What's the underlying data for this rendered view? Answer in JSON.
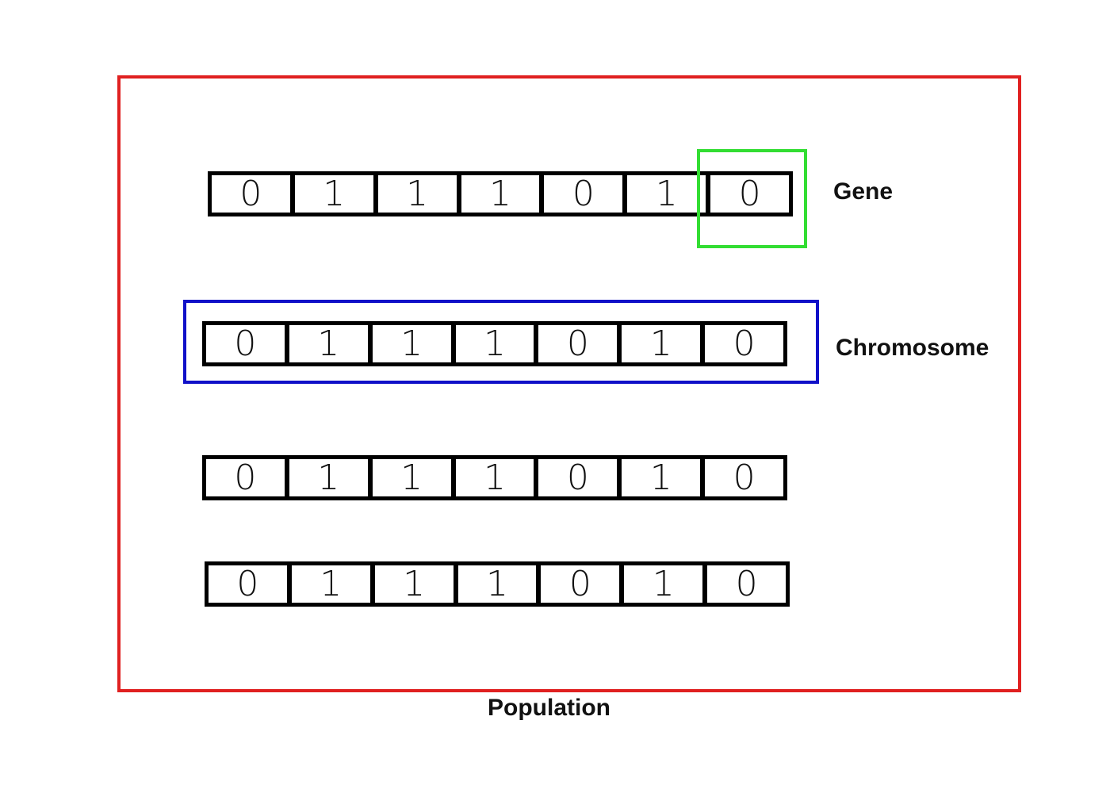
{
  "colors": {
    "population_border": "#e02020",
    "gene_border": "#33dd33",
    "chromosome_border": "#1010c8",
    "cell_border": "#000000"
  },
  "labels": {
    "gene": "Gene",
    "chromosome": "Chromosome",
    "population": "Population"
  },
  "chromosomes": [
    {
      "genes": [
        "0",
        "1",
        "1",
        "1",
        "0",
        "1",
        "0"
      ]
    },
    {
      "genes": [
        "0",
        "1",
        "1",
        "1",
        "0",
        "1",
        "0"
      ]
    },
    {
      "genes": [
        "0",
        "1",
        "1",
        "1",
        "0",
        "1",
        "0"
      ]
    },
    {
      "genes": [
        "0",
        "1",
        "1",
        "1",
        "0",
        "1",
        "0"
      ]
    }
  ]
}
